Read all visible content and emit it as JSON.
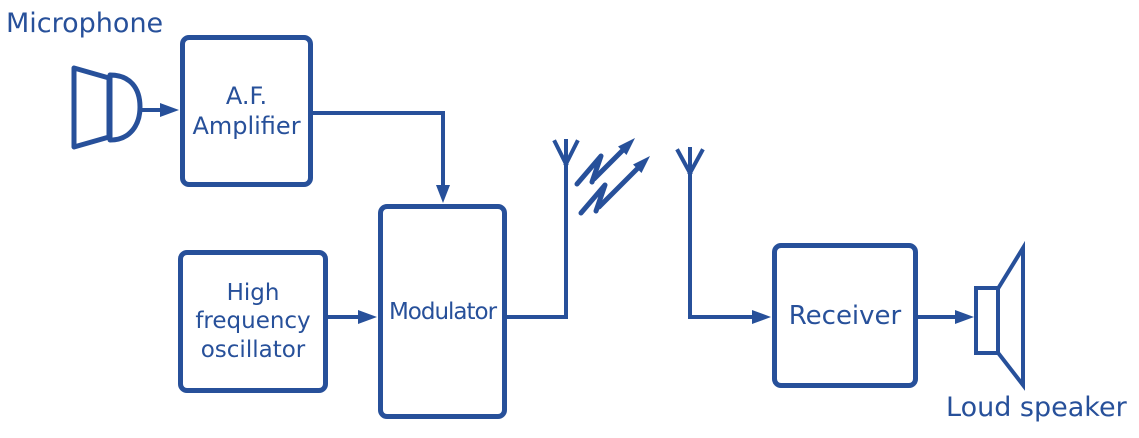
{
  "colors": {
    "ink": "#27509a",
    "background": "#ffffff"
  },
  "diagram": {
    "type": "block-diagram",
    "labels": {
      "microphone": "Microphone",
      "loudspeaker": "Loud speaker"
    },
    "blocks": {
      "af_amplifier": {
        "lines": [
          "A.F.",
          "Amplifier"
        ]
      },
      "hf_oscillator": {
        "lines": [
          "High",
          "frequency",
          "oscillator"
        ]
      },
      "modulator": {
        "lines": [
          "Modulator"
        ]
      },
      "receiver": {
        "lines": [
          "Receiver"
        ]
      }
    },
    "icons": [
      "microphone-icon",
      "transmit-antenna-icon",
      "radio-waves-icon",
      "receive-antenna-icon",
      "loudspeaker-icon"
    ],
    "connections": [
      {
        "from": "microphone",
        "to": "af_amplifier"
      },
      {
        "from": "af_amplifier",
        "to": "modulator"
      },
      {
        "from": "hf_oscillator",
        "to": "modulator"
      },
      {
        "from": "modulator",
        "to": "transmit-antenna"
      },
      {
        "from": "receive-antenna",
        "to": "receiver"
      },
      {
        "from": "receiver",
        "to": "loudspeaker"
      }
    ]
  }
}
